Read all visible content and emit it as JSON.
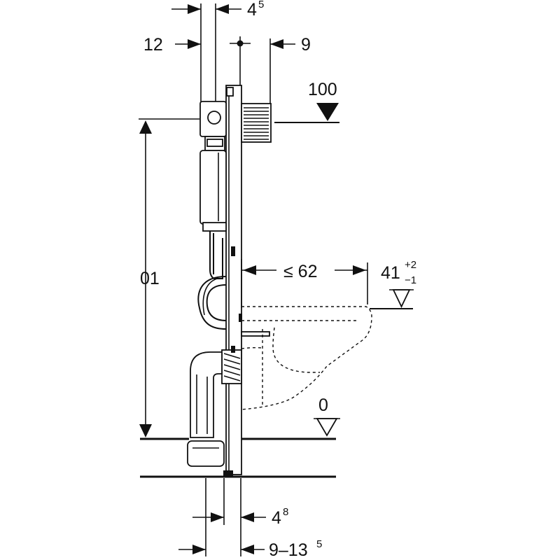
{
  "dimensions": {
    "top_4_5": {
      "base": "4",
      "sup": "5"
    },
    "top_12": "12",
    "top_9": "9",
    "level_100": "100",
    "height_01": "01",
    "bowl_62": "≤ 62",
    "level_41": {
      "base": "41",
      "sup_plus": "+2",
      "sub_minus": "−1"
    },
    "level_0": "0",
    "bottom_4_8": {
      "base": "4",
      "sup": "8"
    },
    "bottom_9_13_5": {
      "base": "9–13",
      "sup": "5"
    }
  }
}
